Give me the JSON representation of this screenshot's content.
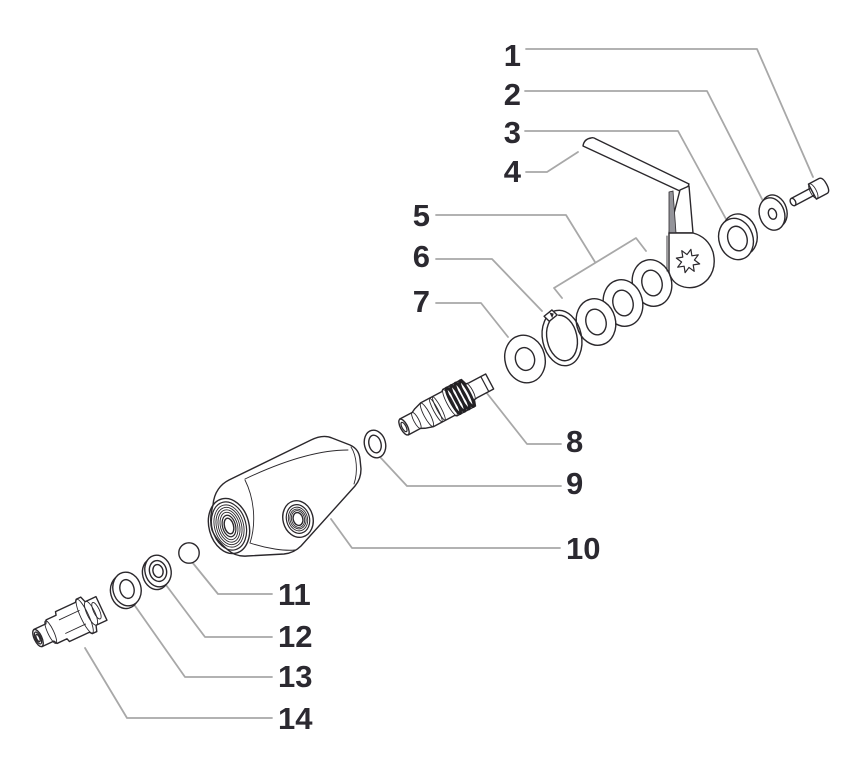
{
  "diagram": {
    "type": "exploded-parts-diagram",
    "callouts": [
      {
        "id": 1,
        "label": "1"
      },
      {
        "id": 2,
        "label": "2"
      },
      {
        "id": 3,
        "label": "3"
      },
      {
        "id": 4,
        "label": "4"
      },
      {
        "id": 5,
        "label": "5"
      },
      {
        "id": 6,
        "label": "6"
      },
      {
        "id": 7,
        "label": "7"
      },
      {
        "id": 8,
        "label": "8"
      },
      {
        "id": 9,
        "label": "9"
      },
      {
        "id": 10,
        "label": "10"
      },
      {
        "id": 11,
        "label": "11"
      },
      {
        "id": 12,
        "label": "12"
      },
      {
        "id": 13,
        "label": "13"
      },
      {
        "id": 14,
        "label": "14"
      }
    ]
  },
  "colors": {
    "background": "#ffffff",
    "part_line": "#2b282c",
    "leader_line": "#a8a8a8",
    "label_text": "#2b2930"
  }
}
